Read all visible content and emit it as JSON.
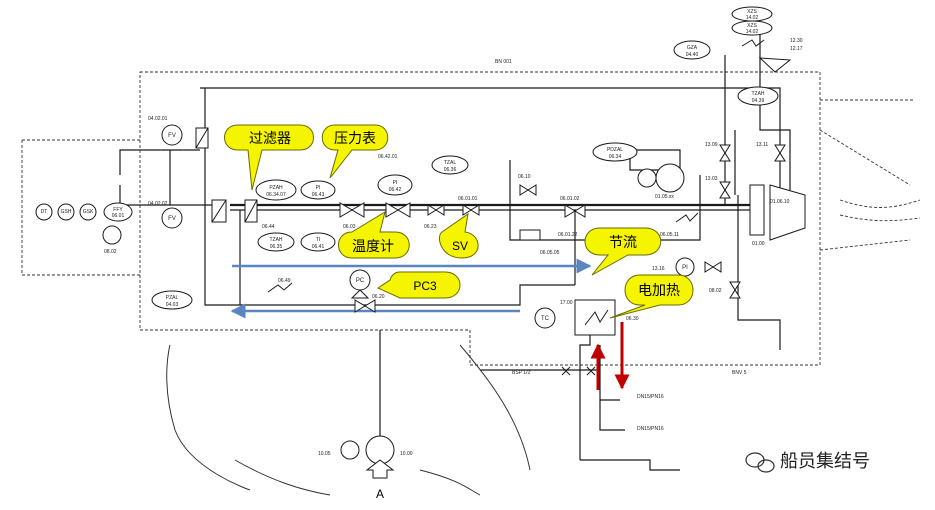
{
  "colors": {
    "line": "#1a1a1a",
    "callout_fill": "#f5f500",
    "callout_stroke": "#6a6a00",
    "flow_arrow": "#5b85c0",
    "heat_arrow": "#c00000"
  },
  "callouts": {
    "filter": "过滤器",
    "pressure_gauge": "压力表",
    "thermometer": "温度计",
    "sv": "SV",
    "throttle": "节流",
    "pc3": "PC3",
    "electric_heater": "电加热"
  },
  "instruments": {
    "xzs": {
      "tag": "XZS",
      "num": "14.02"
    },
    "xzs2": {
      "tag": "XZS",
      "num": "14.02"
    },
    "gza": {
      "tag": "GZA",
      "num": "04.40"
    },
    "tzah_top": {
      "tag": "TZAH",
      "num": "04.39"
    },
    "pdzal": {
      "tag": "PDZAL",
      "num": "06.34"
    },
    "pzah": {
      "tag": "PZAH",
      "num": "06.34.07"
    },
    "pi_1": {
      "tag": "PI",
      "num": "06.43"
    },
    "pi_2": {
      "tag": "PI",
      "num": "06.42"
    },
    "tzal": {
      "tag": "TZAL",
      "num": "06.36"
    },
    "tzah_mid": {
      "tag": "TZAH",
      "num": "06.35"
    },
    "ti": {
      "tag": "TI",
      "num": "06.41"
    },
    "pzal": {
      "tag": "PZAL",
      "num": "04.03"
    },
    "ffy": {
      "tag": "FFY",
      "num": "06.01"
    },
    "tc": {
      "tag": "TC",
      "num": ""
    },
    "pc": {
      "tag": "PC",
      "num": ""
    },
    "pi_3": {
      "tag": "PI",
      "num": ""
    }
  },
  "labels": {
    "bn": "BN 001",
    "r_1230": "12.30",
    "r_1217": "12.17",
    "fv_a": "04.02.01",
    "fv_b": "04.02.02",
    "fv1": "FV",
    "fv2": "FV",
    "dt": "DT",
    "gsh": "GSH",
    "gsk": "GSK",
    "n0802": "08.02",
    "n0642": "06.42.01",
    "n0601a": "06.01.01",
    "n0610": "06.10",
    "n0603": "06.03",
    "n0623": "06.23",
    "n0644": "06.44",
    "n060102": "06.01.02",
    "n060122": "06.01.22",
    "n060511": "06.05.11",
    "n0649": "06.49",
    "n0620": "06.20",
    "n060505": "06.05.05",
    "n1309": "13.09",
    "n1311": "13.11",
    "n1303": "13.03",
    "n1316": "13.16",
    "n0802b": "08.02",
    "n0105": "01.05.xx",
    "n010610": "01.06.10",
    "n0100": "01.00",
    "n1700": "17.00",
    "n0630": "06.30",
    "bsp": "BSP 1/2'",
    "bnv": "BNV 5",
    "dn1": "DN15/PN16",
    "dn2": "DN15/PN16",
    "n1005": "10.05",
    "n1000": "10.00",
    "arrow_a": "A"
  },
  "watermark": "船员集结号"
}
